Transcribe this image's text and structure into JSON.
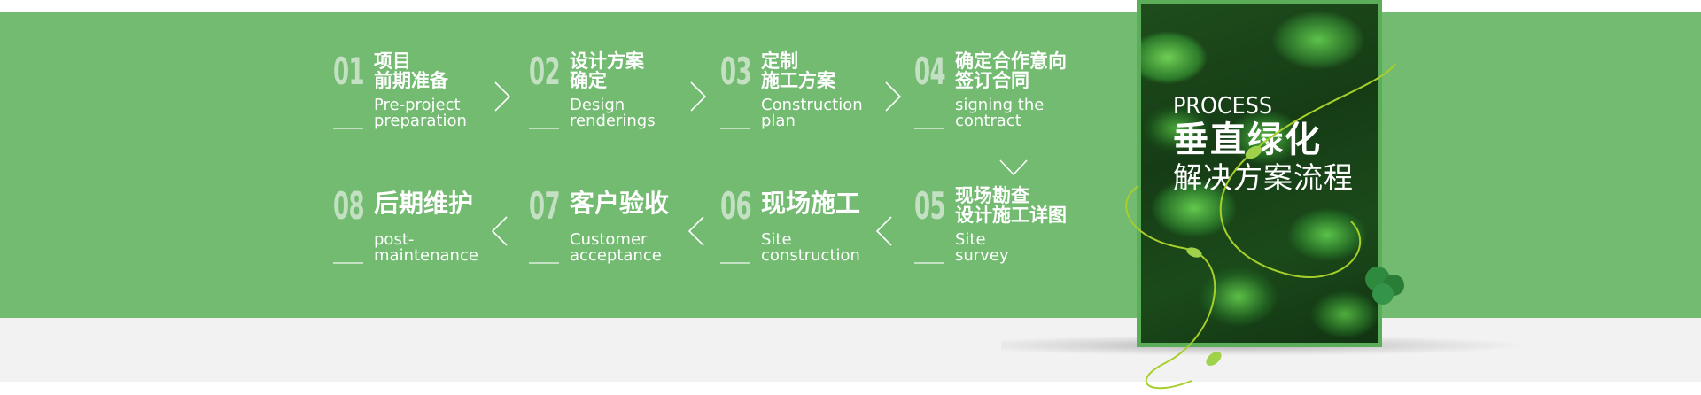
{
  "colors": {
    "band_green": "#72bb71",
    "band_gray": "#f2f2f2",
    "number_color": "#c4e0c3",
    "text_color": "#ffffff",
    "panel_frame": "#5cad59"
  },
  "steps": [
    {
      "num": "01",
      "zh": "项目\n前期准备",
      "en": "Pre-project\npreparation"
    },
    {
      "num": "02",
      "zh": "设计方案\n确定",
      "en": "Design\nrenderings"
    },
    {
      "num": "03",
      "zh": "定制\n施工方案",
      "en": "Construction\nplan"
    },
    {
      "num": "04",
      "zh": "确定合作意向\n签订合同",
      "en": "signing the\ncontract"
    },
    {
      "num": "05",
      "zh": "现场勘查\n设计施工详图",
      "en": "Site\nsurvey"
    },
    {
      "num": "06",
      "zh": "现场施工",
      "en": "Site\nconstruction"
    },
    {
      "num": "07",
      "zh": "客户验收",
      "en": "Customer\nacceptance"
    },
    {
      "num": "08",
      "zh": "后期维护",
      "en": "post-\nmaintenance"
    }
  ],
  "arrows": {
    "row1": [
      "chevron-right",
      "chevron-right",
      "chevron-right"
    ],
    "turn": "chevron-down",
    "row2": [
      "chevron-left",
      "chevron-left",
      "chevron-left"
    ]
  },
  "panel": {
    "en_title": "PROCESS",
    "zh_title": "垂直绿化",
    "zh_subtitle": "解决方案流程",
    "image": "green-leaves-photo"
  }
}
